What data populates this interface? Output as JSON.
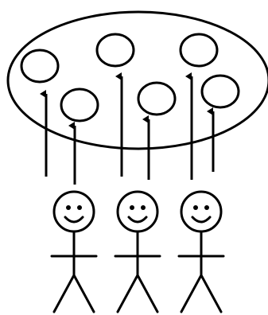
{
  "diagram": {
    "line_color": "#000000",
    "background_color": "#ffffff",
    "person_count": 3,
    "circle_count": 6,
    "arrow_count": 6
  }
}
